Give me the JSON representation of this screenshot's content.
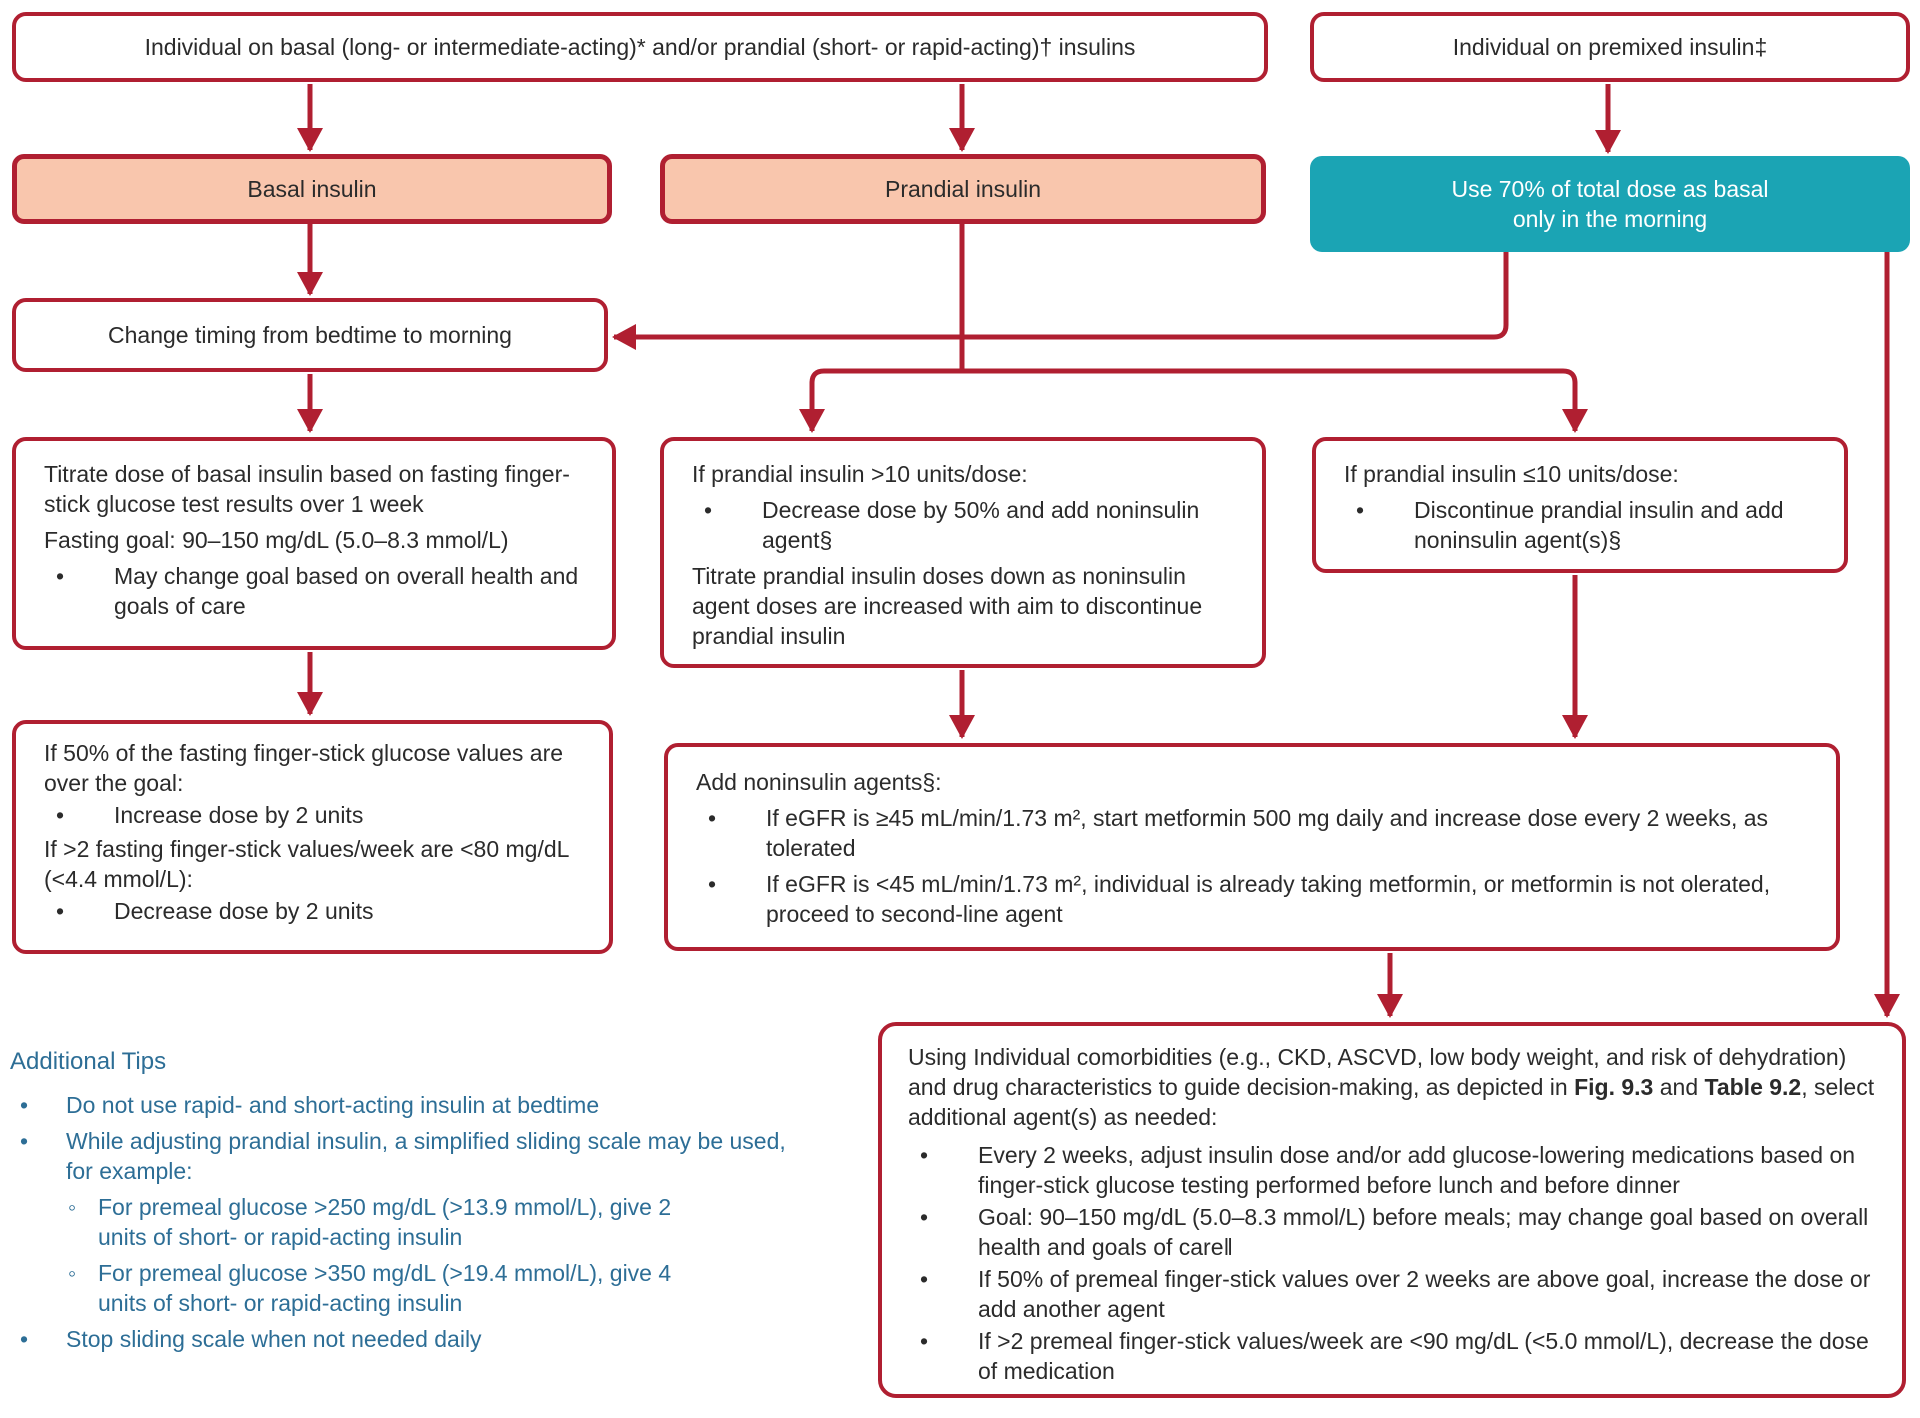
{
  "palette": {
    "red": "#b01f31",
    "salmon": "#f9c6ad",
    "teal": "#1ba4b4",
    "blue": "#2d6e96",
    "ink": "#2b2b2b"
  },
  "glyphs": {
    "bullet": "•",
    "sub_bullet": "◦"
  },
  "flow": {
    "basal_prandial_source": {
      "label": "Individual on basal (long- or intermediate-acting)* and/or prandial (short- or rapid-acting)† insulins"
    },
    "premixed_source": {
      "label": "Individual on premixed insulin‡"
    },
    "basal_insulin": {
      "label": "Basal insulin"
    },
    "prandial_insulin": {
      "label": "Prandial insulin"
    },
    "premixed_action": {
      "line1": "Use 70% of total dose as basal",
      "line2": "only in the morning"
    },
    "change_timing": {
      "label": "Change timing from bedtime to morning"
    },
    "titrate_basal": {
      "para1": "Titrate dose of basal insulin based on fasting finger-stick glucose test results over 1 week",
      "para2": "Fasting goal: 90–150 mg/dL (5.0–8.3 mmol/L)",
      "bullet1": "May change goal based on overall health and goals of care"
    },
    "fasting_adjust": {
      "para1": "If 50% of the fasting finger-stick glucose values are over the goal:",
      "bullet1": "Increase dose by 2 units",
      "para2": "If >2 fasting finger-stick values/week are <80 mg/dL (<4.4 mmol/L):",
      "bullet2": "Decrease dose by 2 units"
    },
    "prandial_gt10": {
      "title": "If prandial insulin >10 units/dose:",
      "bullet1": "Decrease dose by 50% and add noninsulin agent§",
      "para1": "Titrate prandial insulin doses down as noninsulin agent doses are increased with aim to discontinue prandial insulin"
    },
    "prandial_le10": {
      "title": "If prandial insulin ≤10 units/dose:",
      "bullet1": "Discontinue prandial insulin and add noninsulin agent(s)§"
    },
    "add_noninsulin": {
      "title": "Add noninsulin agents§:",
      "bullet1": "If eGFR is ≥45 mL/min/1.73 m², start metformin 500 mg daily and increase dose every 2 weeks, as tolerated",
      "bullet2": "If eGFR is <45 mL/min/1.73 m², individual is already taking metformin, or metformin is not olerated, proceed to second-line agent"
    },
    "comorbidities": {
      "intro_pre": "Using Individual comorbidities (e.g., CKD, ASCVD, low body weight, and risk of dehydration) and drug characteristics to guide decision-making, as depicted in ",
      "fig_ref": "Fig. 9.3",
      "joiner": " and ",
      "table_ref": "Table 9.2",
      "intro_post": ", select additional agent(s) as needed:",
      "bullets": [
        "Every 2 weeks, adjust insulin dose and/or add glucose-lowering medications based on finger-stick glucose testing performed before lunch and before dinner",
        "Goal: 90–150 mg/dL (5.0–8.3 mmol/L) before meals; may change goal based on overall health and goals of care‖",
        "If 50% of premeal finger-stick values over 2 weeks are above goal, increase the dose or add another agent",
        "If >2 premeal finger-stick values/week are <90 mg/dL (<5.0 mmol/L), decrease the dose of medication"
      ]
    }
  },
  "tips": {
    "title": "Additional Tips",
    "bullet1": "Do not use rapid- and short-acting insulin at bedtime",
    "bullet2": "While adjusting prandial insulin, a simplified sliding scale may be used, for example:",
    "sub1": "For premeal glucose >250 mg/dL (>13.9 mmol/L), give 2 units of short- or rapid-acting insulin",
    "sub2": "For premeal glucose >350 mg/dL (>19.4 mmol/L), give 4 units of short- or rapid-acting insulin",
    "bullet3": "Stop sliding scale when not needed daily"
  }
}
